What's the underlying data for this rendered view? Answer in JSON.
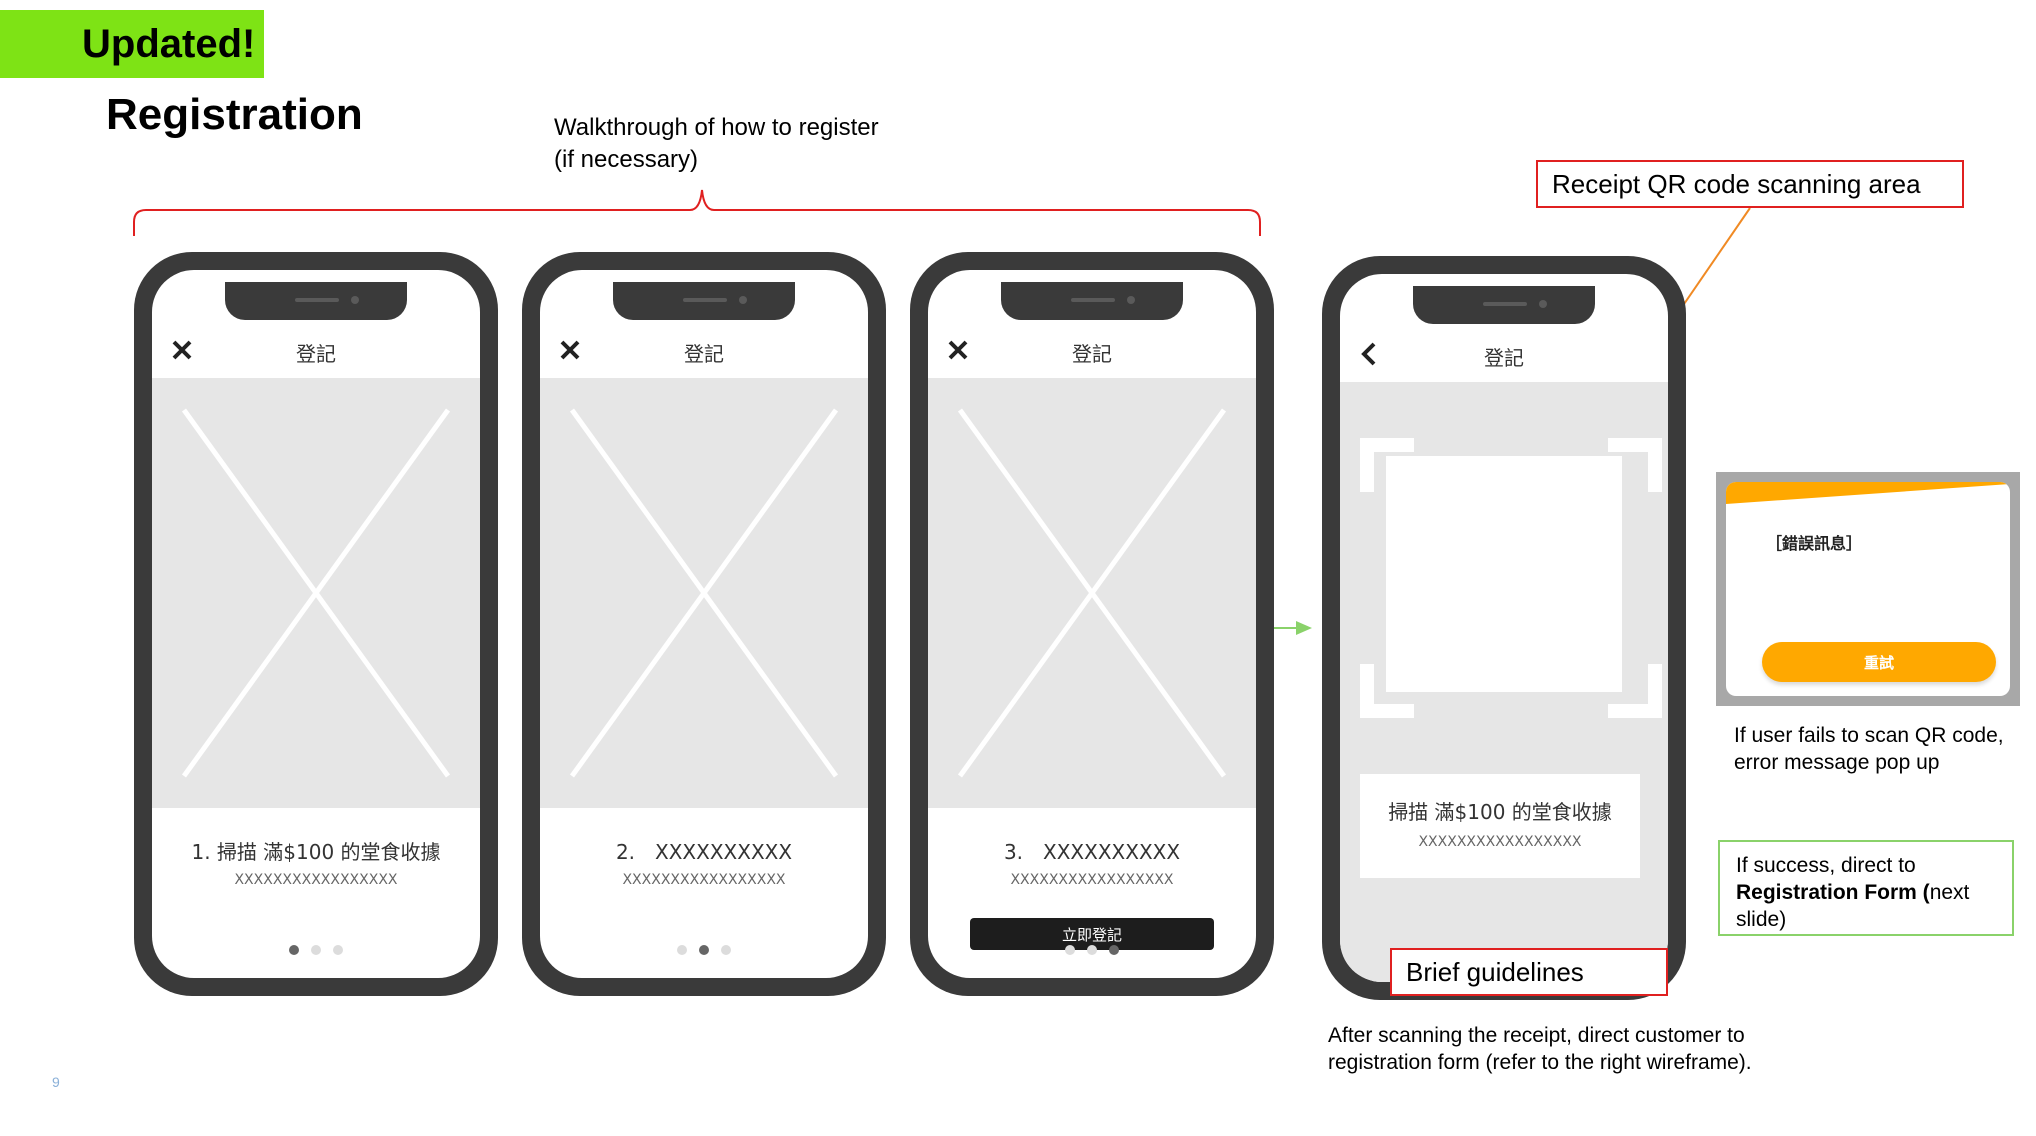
{
  "slide": {
    "badge": "Updated!",
    "title": "Registration",
    "walkthrough_line1": "Walkthrough of how to register",
    "walkthrough_line2": "(if necessary)",
    "page_number": "9"
  },
  "colors": {
    "badge_green": "#7ee315",
    "annotation_red": "#e02020",
    "annotation_orange": "#f08a24",
    "arrow_green": "#8ad26a",
    "phone_frame": "#3a3a3a",
    "placeholder_gray": "#e6e6e6",
    "retry_orange": "#ffa800"
  },
  "phones": [
    {
      "header": "登記",
      "icon": "close-icon",
      "step": "1. 掃描 滿$100 的堂食收據",
      "sub": "XXXXXXXXXXXXXXXXX",
      "active_dot": 0
    },
    {
      "header": "登記",
      "icon": "close-icon",
      "step": "2.　XXXXXXXXXX",
      "sub": "XXXXXXXXXXXXXXXXX",
      "active_dot": 1
    },
    {
      "header": "登記",
      "icon": "close-icon",
      "step": "3.　XXXXXXXXXX",
      "sub": "XXXXXXXXXXXXXXXXX",
      "cta": "立即登記",
      "active_dot": 2
    }
  ],
  "scanner": {
    "header": "登記",
    "icon": "back-chevron-icon",
    "guide_title": "掃描 滿$100 的堂食收據",
    "guide_sub": "XXXXXXXXXXXXXXXXX"
  },
  "annotations": {
    "qr_area": "Receipt QR code scanning area",
    "guidelines": "Brief guidelines",
    "fail_note": "If user fails to scan QR code, error message pop up",
    "success_prefix": "If success, direct to ",
    "success_bold": "Registration Form (",
    "success_suffix": "next slide)",
    "after_line1": "After scanning the receipt, direct customer to",
    "after_line2": "registration form (refer to the right wireframe)."
  },
  "error_popup": {
    "message": "［錯誤訊息］",
    "retry": "重試"
  }
}
